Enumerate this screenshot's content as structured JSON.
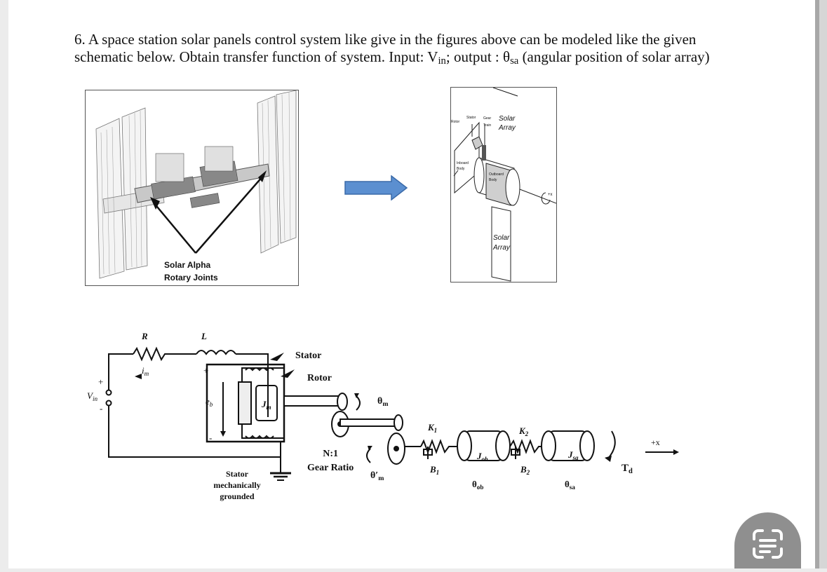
{
  "problem": {
    "number": "6.",
    "line1": "A space station solar panels control system like give in the figures above can be modeled like the given",
    "line2_a": "schematic below.  Obtain transfer function of system. Input: V",
    "line2_sub1": "in",
    "line2_b": ";  output : θ",
    "line2_sub2": "sa",
    "line2_c": " (angular position of solar array)"
  },
  "figure_iss": {
    "label_line1": "Solar Alpha",
    "label_line2": "Rotary Joints"
  },
  "figure_joint": {
    "rotor": "Rotor",
    "stator": "Stator",
    "gear": "Gear",
    "train": "Train",
    "solar_array_top_1": "Solar",
    "solar_array_top_2": "Array",
    "inboard_1": "Inboard",
    "inboard_2": "Body",
    "outboard_1": "Outboard",
    "outboard_2": "Body",
    "solar_array_bottom_1": "Solar",
    "solar_array_bottom_2": "Array",
    "axis": "+x"
  },
  "schematic": {
    "R": "R",
    "L": "L",
    "i": "i",
    "i_sub": "m",
    "V": "V",
    "V_sub": "in",
    "plus_in": "+",
    "minus_in": "-",
    "plus_eb": "+",
    "minus_eb": "-",
    "e": "e",
    "e_sub": "b",
    "J": "J",
    "J_sub": "m",
    "stator": "Stator",
    "rotor": "Rotor",
    "theta_m": "θ",
    "theta_m_sub": "m",
    "theta_mp": "θ′",
    "theta_mp_sub": "m",
    "gear_ratio_1": "N:1",
    "gear_ratio_2": "Gear Ratio",
    "stator_ground_1": "Stator",
    "stator_ground_2": "mechanically",
    "stator_ground_3": "grounded",
    "K1": "K",
    "K1_sub": "1",
    "B1": "B",
    "B1_sub": "1",
    "Job": "J",
    "Job_sub": "ob",
    "theta_ob": "θ",
    "theta_ob_sub": "ob",
    "K2": "K",
    "K2_sub": "2",
    "B2": "B",
    "B2_sub": "2",
    "Jsa": "J",
    "Jsa_sub": "sa",
    "theta_sa": "θ",
    "theta_sa_sub": "sa",
    "Td": "T",
    "Td_sub": "d",
    "plus_x": "+x"
  },
  "colors": {
    "arrow_fill": "#5b8fd0",
    "arrow_stroke": "#3a6aa8",
    "scan_button": "#8f8f8f"
  },
  "icons": {
    "scan": "text-scan-icon",
    "arrow": "right-arrow-icon"
  }
}
